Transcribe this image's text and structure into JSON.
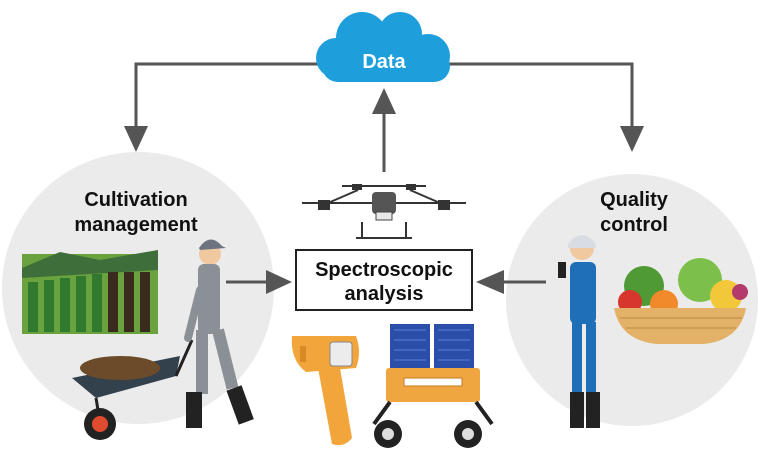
{
  "cloud": {
    "label": "Data",
    "color": "#1e9fdc"
  },
  "left": {
    "title_line1": "Cultivation",
    "title_line2": "management"
  },
  "right": {
    "title_line1": "Quality",
    "title_line2": "control"
  },
  "center": {
    "line1": "Spectroscopic",
    "line2": "analysis"
  },
  "colors": {
    "arrow": "#555555",
    "circle": "#ebebeb",
    "worker_uniform_left": "#8b8f96",
    "worker_uniform_right": "#1f6fb8",
    "thermometer": "#f2a53a",
    "crates": "#2b4fa8",
    "robot_body": "#f0a640"
  }
}
